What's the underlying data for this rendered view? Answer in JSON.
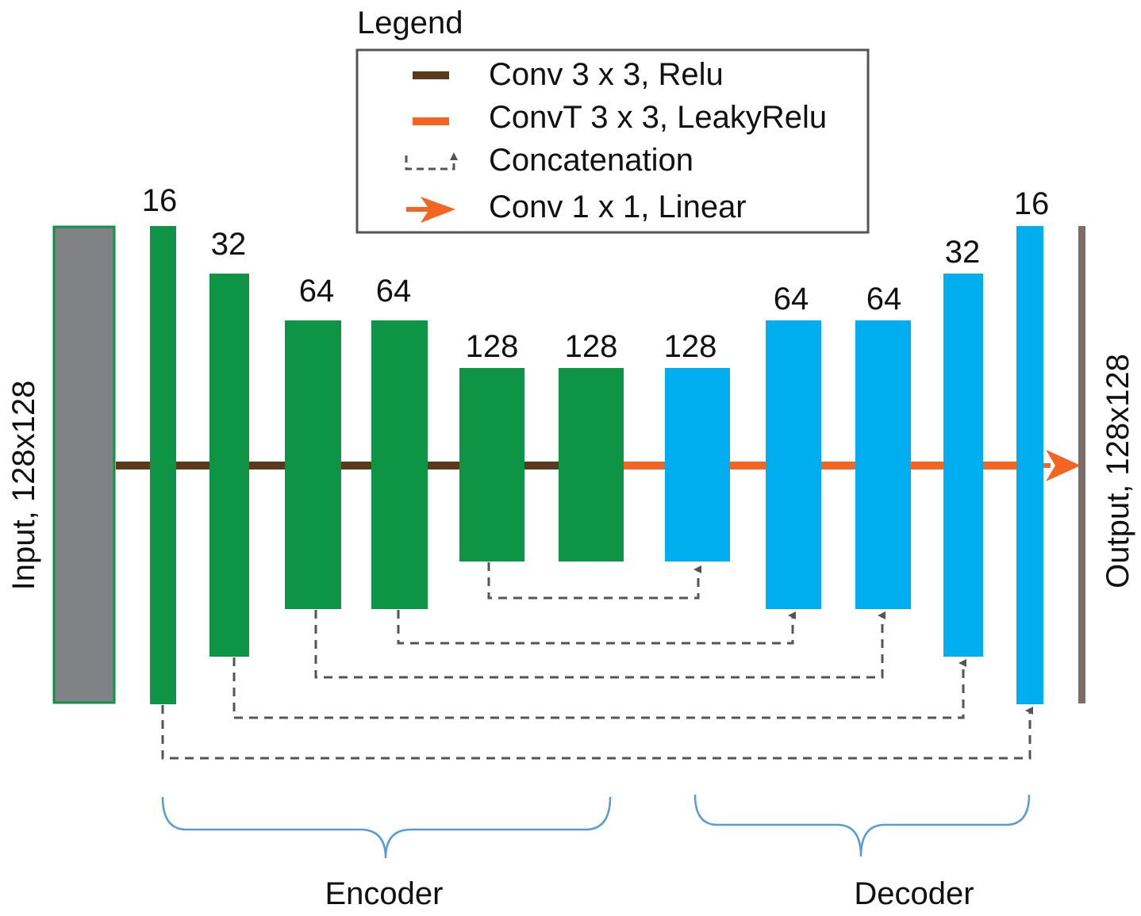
{
  "legend": {
    "title": "Legend",
    "items": [
      {
        "id": "conv",
        "label": "Conv 3 x 3, Relu",
        "color": "#5a3a1a"
      },
      {
        "id": "convt",
        "label": "ConvT 3 x 3, LeakyRelu",
        "color": "#f26522"
      },
      {
        "id": "concat",
        "label": "Concatenation",
        "color": "#555555"
      },
      {
        "id": "linear",
        "label": "Conv 1 x 1, Linear",
        "color": "#f26522"
      }
    ]
  },
  "input_label": "Input, 128x128",
  "output_label": "Output, 128x128",
  "colors": {
    "input_fill": "#808285",
    "input_border": "#0d9444",
    "encoder": "#0d9444",
    "decoder": "#00aeef",
    "output": "#7a6e66",
    "brace": "#5b9bd5"
  },
  "blocks": [
    {
      "id": "enc-16",
      "kind": "encoder",
      "label": "16"
    },
    {
      "id": "enc-32",
      "kind": "encoder",
      "label": "32"
    },
    {
      "id": "enc-64a",
      "kind": "encoder",
      "label": "64"
    },
    {
      "id": "enc-64b",
      "kind": "encoder",
      "label": "64"
    },
    {
      "id": "enc-128a",
      "kind": "encoder",
      "label": "128"
    },
    {
      "id": "enc-128b",
      "kind": "encoder",
      "label": "128"
    },
    {
      "id": "dec-128",
      "kind": "decoder",
      "label": "128"
    },
    {
      "id": "dec-64a",
      "kind": "decoder",
      "label": "64"
    },
    {
      "id": "dec-64b",
      "kind": "decoder",
      "label": "64"
    },
    {
      "id": "dec-32",
      "kind": "decoder",
      "label": "32"
    },
    {
      "id": "dec-16",
      "kind": "decoder",
      "label": "16"
    }
  ],
  "groups": {
    "encoder": "Encoder",
    "decoder": "Decoder"
  }
}
